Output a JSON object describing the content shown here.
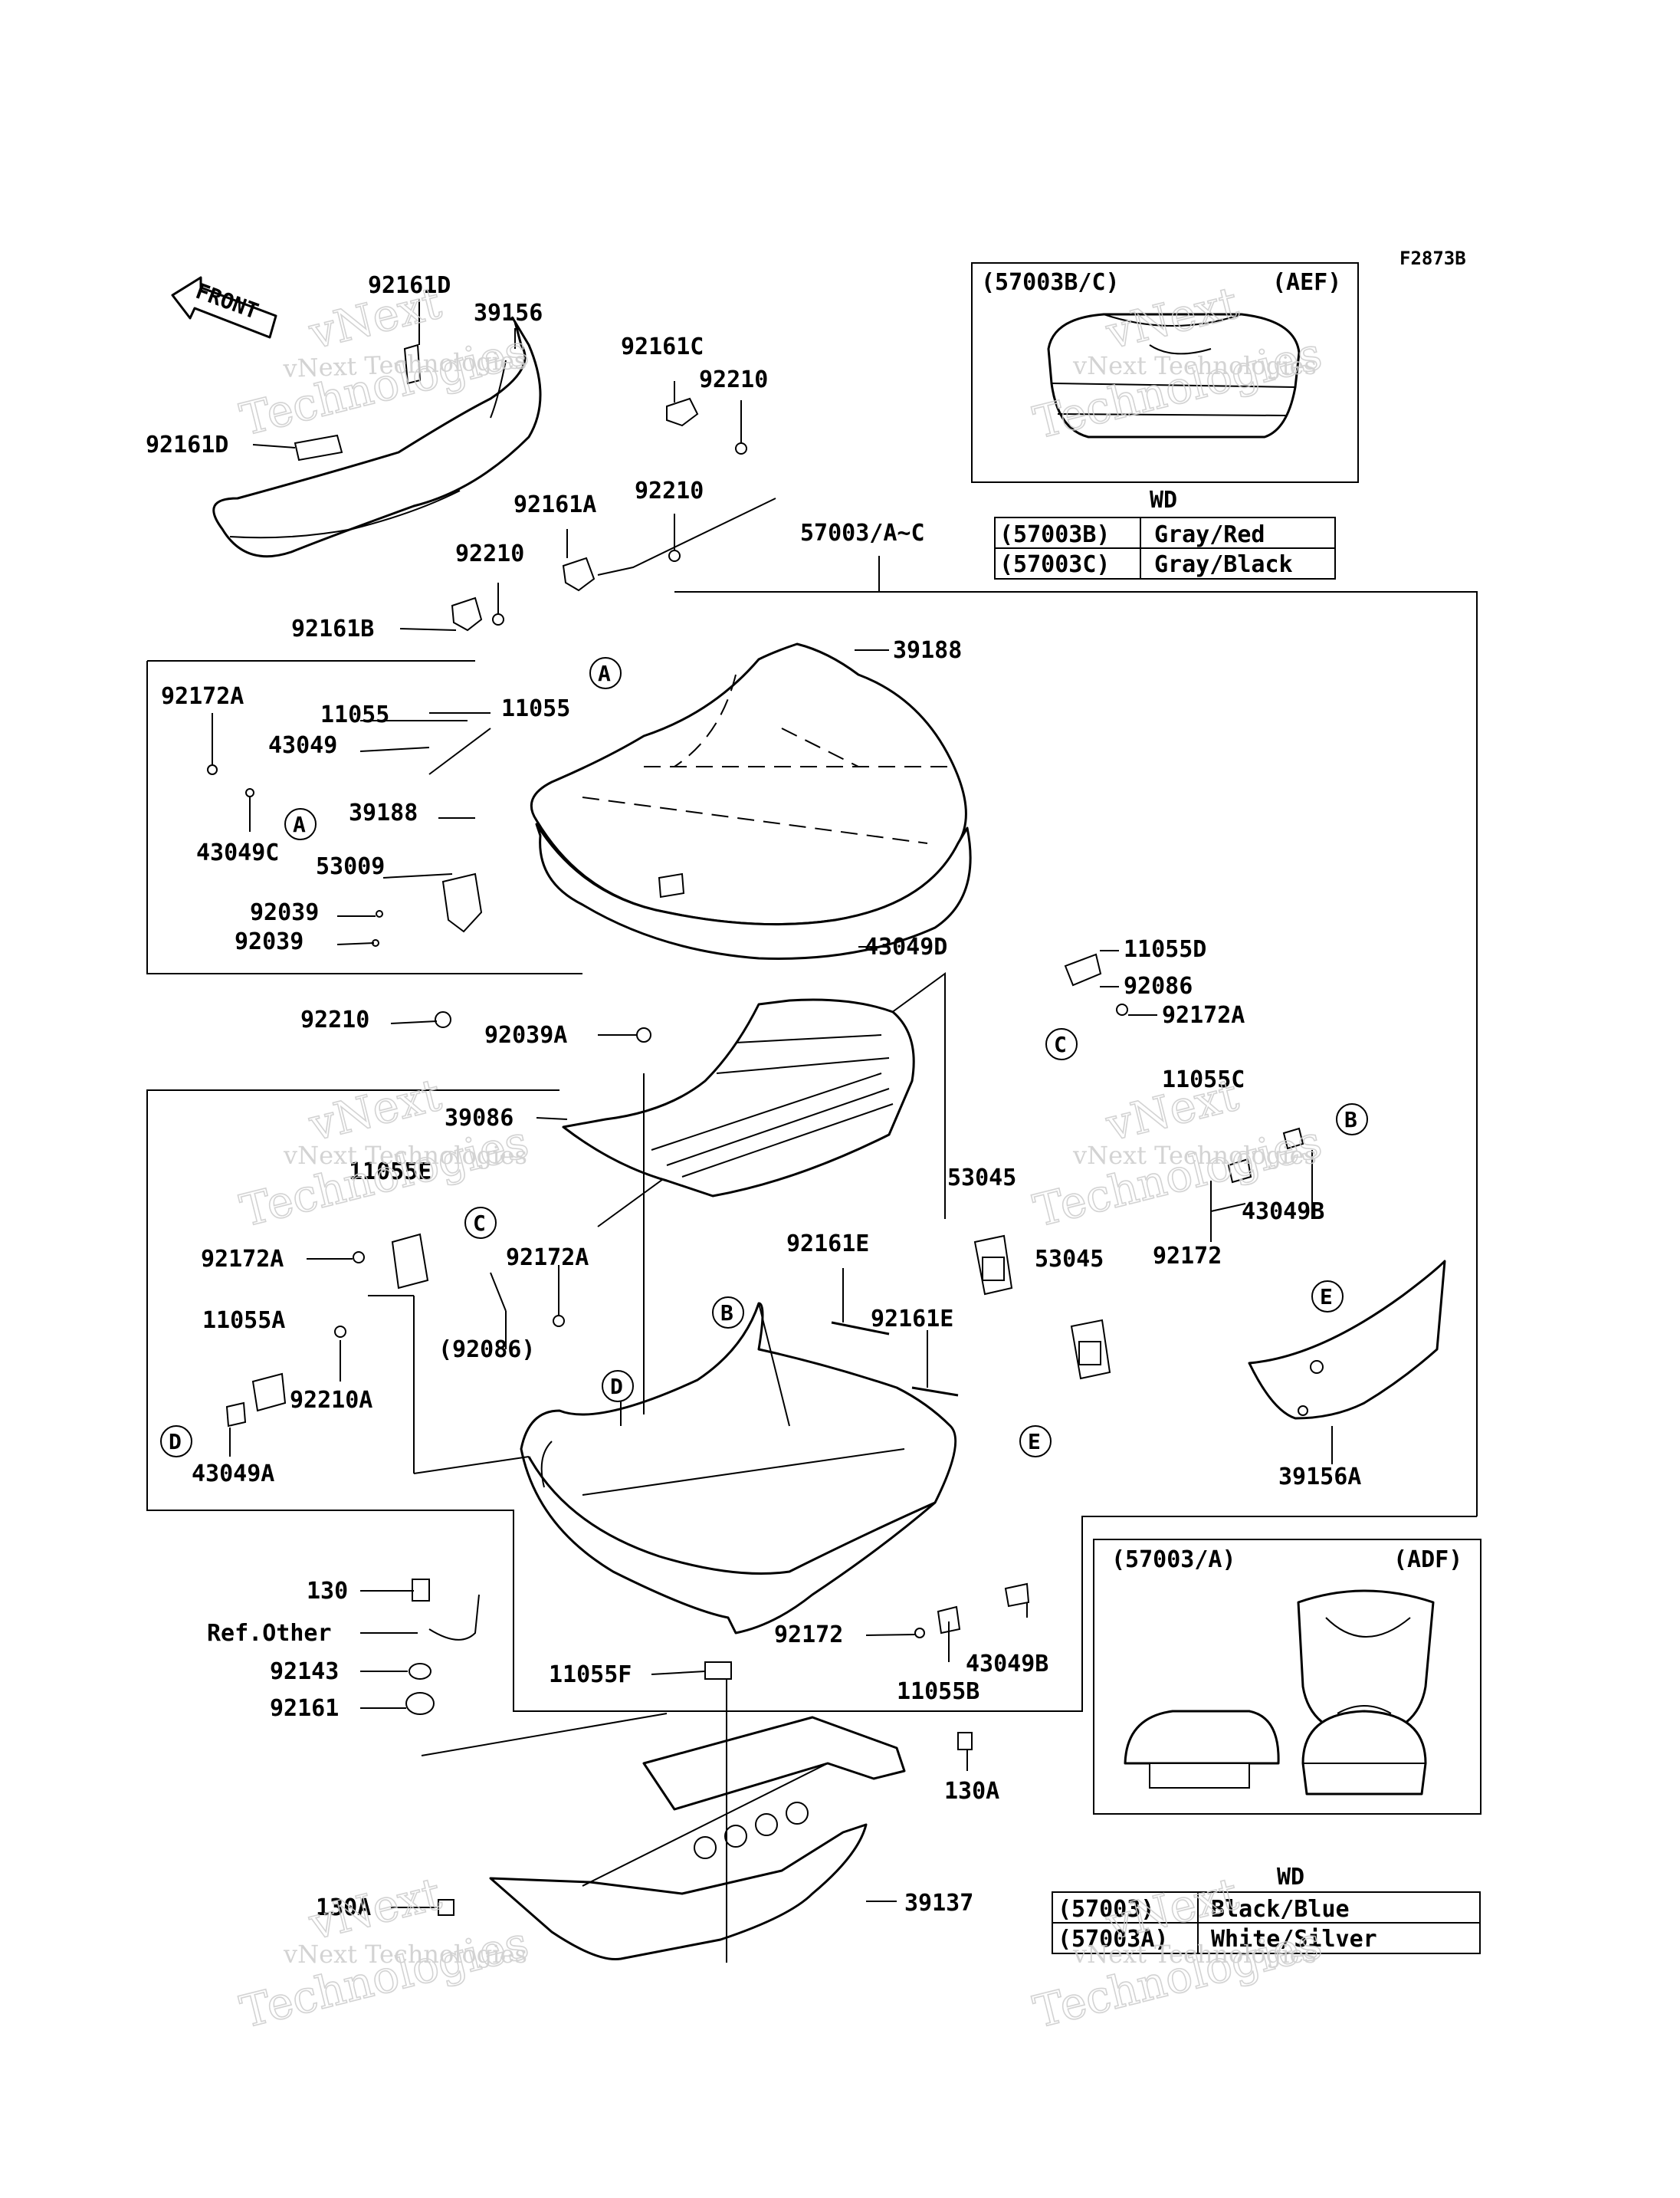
{
  "figure_code": "F2873B",
  "front_label": "FRONT",
  "watermarks": [
    {
      "line1": "vNext Technologies",
      "line2": "Technologies",
      "line3": "vNext"
    }
  ],
  "labels": {
    "p92161D_a": "92161D",
    "p39156": "39156",
    "p92161D_b": "92161D",
    "p92161C": "92161C",
    "p92210_a": "92210",
    "p92161A": "92161A",
    "p92210_b": "92210",
    "p92210_c": "92210",
    "p92161B": "92161B",
    "p57003AC": "57003/A~C",
    "p39188_a": "39188",
    "p92172A_a": "92172A",
    "p11055_a": "11055",
    "p11055_b": "11055",
    "p43049": "43049",
    "p39188_b": "39188",
    "p43049C": "43049C",
    "p53009": "53009",
    "p92039_a": "92039",
    "p92039_b": "92039",
    "p43049D": "43049D",
    "p11055D": "11055D",
    "p92086": "92086",
    "p92172A_b": "92172A",
    "p92210_d": "92210",
    "p92039A": "92039A",
    "p39086": "39086",
    "p11055E": "11055E",
    "p92172A_c": "92172A",
    "p92172A_d": "92172A",
    "p92086p": "(92086)",
    "p11055A": "11055A",
    "p92210A": "92210A",
    "p43049A": "43049A",
    "p53045_a": "53045",
    "p53045_b": "53045",
    "p92161E_a": "92161E",
    "p92161E_b": "92161E",
    "p11055C": "11055C",
    "p43049B_a": "43049B",
    "p92172_a": "92172",
    "p39156A": "39156A",
    "p130": "130",
    "pRefOther": "Ref.Other",
    "p92143": "92143",
    "p92161": "92161",
    "p92172_b": "92172",
    "p43049B_b": "43049B",
    "p11055F": "11055F",
    "p11055B": "11055B",
    "p130A_a": "130A",
    "p130A_b": "130A",
    "p39137": "39137"
  },
  "ref_markers": {
    "A1": "A",
    "A2": "A",
    "B1": "B",
    "B2": "B",
    "C1": "C",
    "C2": "C",
    "D1": "D",
    "D2": "D",
    "E1": "E",
    "E2": "E"
  },
  "inset_aef": {
    "title": "(57003B/C)",
    "code": "(AEF)",
    "table_title": "WD",
    "rows": [
      {
        "part": "(57003B)",
        "color": "Gray/Red"
      },
      {
        "part": "(57003C)",
        "color": "Gray/Black"
      }
    ]
  },
  "inset_adf": {
    "title": "(57003/A)",
    "code": "(ADF)",
    "table_title": "WD",
    "rows": [
      {
        "part": "(57003)",
        "color": "Black/Blue"
      },
      {
        "part": "(57003A)",
        "color": "White/Silver"
      }
    ]
  }
}
